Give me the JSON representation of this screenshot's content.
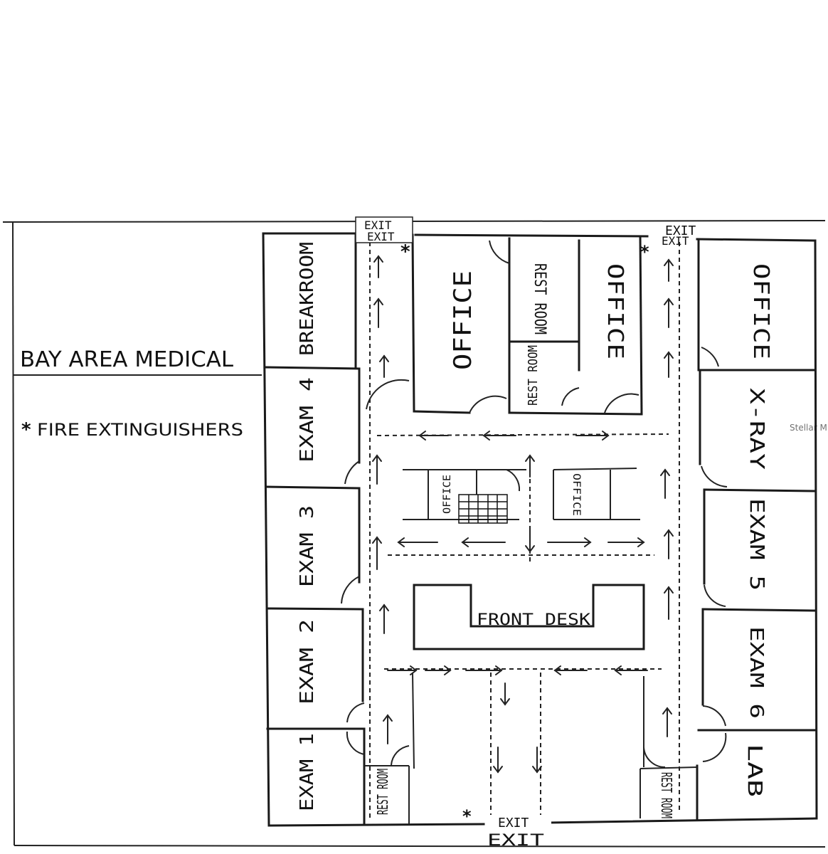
{
  "title": "BAY AREA MEDICAL",
  "legend": {
    "symbol": "*",
    "text": "FIRE EXTINGUISHERS"
  },
  "rooms": {
    "breakroom": "BREAKROOM",
    "exam4": "EXAM 4",
    "exam3": "EXAM 3",
    "exam2": "EXAM 2",
    "exam1": "EXAM 1",
    "office_left": "OFFICE",
    "rest_room_top": "REST ROOM",
    "rest_room_mid": "REST ROOM",
    "office_mid": "OFFICE",
    "office_right": "OFFICE",
    "xray": "X-RAY",
    "exam5": "EXAM 5",
    "exam6": "EXAM 6",
    "lab": "LAB",
    "small_office_1": "OFFICE",
    "small_office_2": "OFFICE",
    "front_desk": "FRONT DESK",
    "rest_room_bl": "REST ROOM",
    "rest_room_br": "REST ROOM"
  },
  "exits": {
    "top_left": "EXIT",
    "top_right": "EXIT",
    "bottom": "EXIT"
  },
  "watermark": "Stellar MLS"
}
